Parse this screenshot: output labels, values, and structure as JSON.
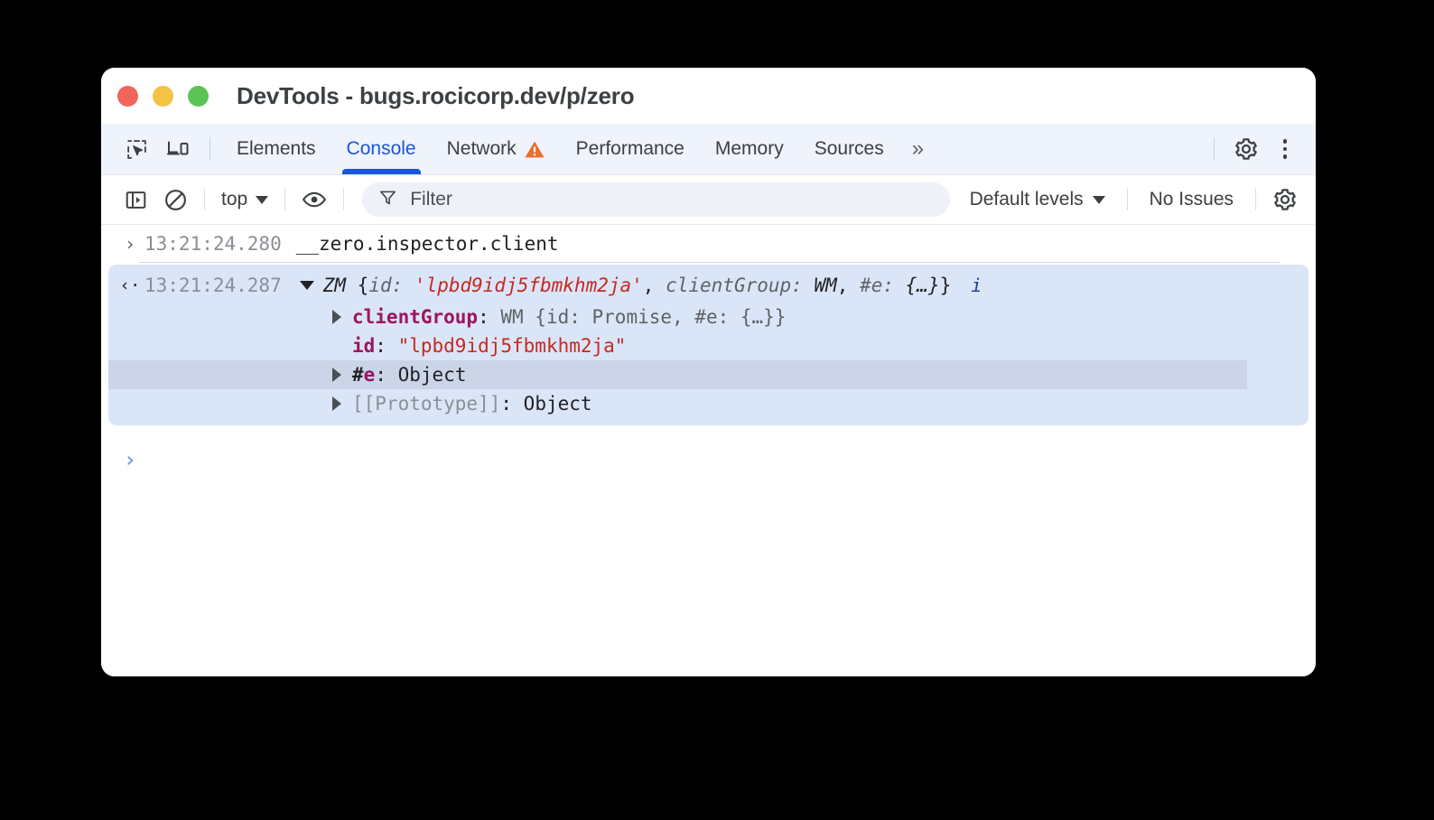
{
  "window": {
    "title": "DevTools - bugs.rocicorp.dev/p/zero",
    "traffic_lights": [
      "close",
      "minimize",
      "zoom"
    ]
  },
  "tabbar": {
    "icons": [
      {
        "name": "inspect-element-icon",
        "label": "Inspect element"
      },
      {
        "name": "device-toolbar-icon",
        "label": "Toggle device toolbar"
      }
    ],
    "tabs": [
      {
        "id": "elements",
        "label": "Elements",
        "active": false,
        "badge": null
      },
      {
        "id": "console",
        "label": "Console",
        "active": true,
        "badge": null
      },
      {
        "id": "network",
        "label": "Network",
        "active": false,
        "badge": "warning"
      },
      {
        "id": "performance",
        "label": "Performance",
        "active": false,
        "badge": null
      },
      {
        "id": "memory",
        "label": "Memory",
        "active": false,
        "badge": null
      },
      {
        "id": "sources",
        "label": "Sources",
        "active": false,
        "badge": null
      }
    ],
    "more_tabs": "»",
    "settings_icon": "gear-icon",
    "menu_icon": "kebab-menu-icon",
    "active_color": "#1a56d6",
    "warning_color": "#e8702a",
    "background": "#eff3fb"
  },
  "console_toolbar": {
    "sidebar_toggle_icon": "console-sidebar-icon",
    "clear_icon": "clear-console-icon",
    "context": "top",
    "live_expression_icon": "eye-icon",
    "filter": {
      "icon": "filter-icon",
      "placeholder": "Filter",
      "value": ""
    },
    "levels": "Default levels",
    "issues": "No Issues",
    "settings_icon": "console-settings-gear-icon"
  },
  "console": {
    "command": {
      "marker": "›",
      "timestamp": "13:21:24.280",
      "text": "__zero.inspector.client"
    },
    "result": {
      "marker": "‹·",
      "timestamp": "13:21:24.287",
      "expanded": true,
      "constructor": "ZM",
      "preview": {
        "open": "{",
        "entries": [
          {
            "key": "id",
            "sep": ": ",
            "value": "'lpbd9idj5fbmkhm2ja'",
            "value_kind": "string"
          },
          {
            "key": "clientGroup",
            "sep": ": ",
            "value": "WM",
            "value_kind": "object"
          },
          {
            "key": "#e",
            "sep": ": ",
            "value": "{…}",
            "value_kind": "object"
          }
        ],
        "close": "}"
      },
      "info_badge": "i",
      "properties": [
        {
          "expandable": true,
          "expanded": false,
          "key": "clientGroup",
          "key_style": "own",
          "value": "WM {id: Promise, #e: {…}}",
          "value_kind": "object",
          "hovered": false
        },
        {
          "expandable": false,
          "expanded": false,
          "key": "id",
          "key_style": "own",
          "value": "\"lpbd9idj5fbmkhm2ja\"",
          "value_kind": "string",
          "hovered": false
        },
        {
          "expandable": true,
          "expanded": false,
          "key": "#e",
          "key_style": "private",
          "value": "Object",
          "value_kind": "object",
          "hovered": true
        },
        {
          "expandable": true,
          "expanded": false,
          "key": "[[Prototype]]",
          "key_style": "internal",
          "value": "Object",
          "value_kind": "object",
          "hovered": false
        }
      ]
    },
    "prompt": {
      "chevron": "›",
      "value": ""
    },
    "colors": {
      "result_background": "#dbe5f8",
      "hover_background": "#ccd5e8",
      "string": "#c5291f",
      "property_name": "#9b1560",
      "muted": "#5f6368"
    }
  }
}
